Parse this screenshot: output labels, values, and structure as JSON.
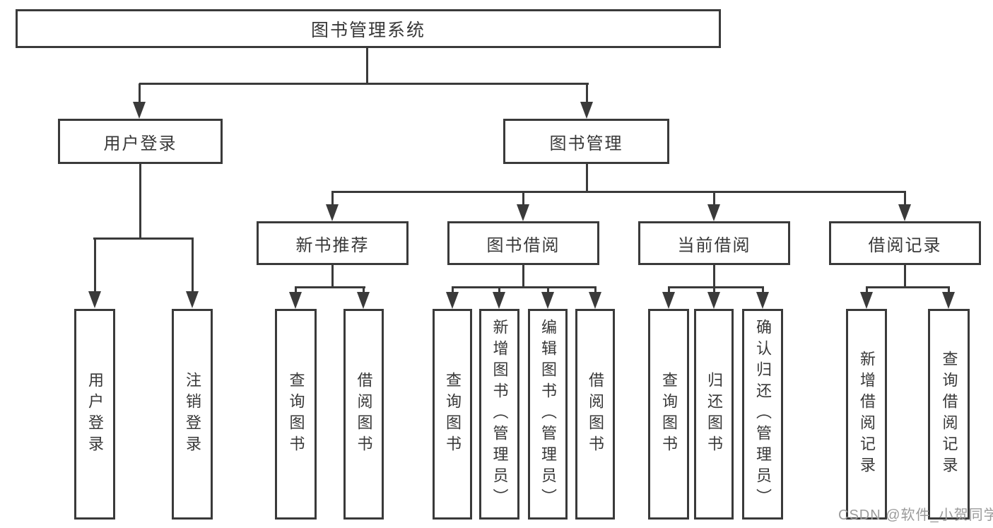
{
  "tree": {
    "root": "图书管理系统",
    "level2": {
      "user_login": "用户登录",
      "book_management": "图书管理"
    },
    "level3": {
      "new_book_recommend": "新书推荐",
      "book_borrow": "图书借阅",
      "current_borrow": "当前借阅",
      "borrow_records": "借阅记录"
    },
    "leaves": {
      "user_login": [
        "用户登录",
        "注销登录"
      ],
      "new_book_recommend": [
        "查询图书",
        "借阅图书"
      ],
      "book_borrow": [
        "查询图书",
        "新增图书（管理员）",
        "编辑图书（管理员）",
        "借阅图书"
      ],
      "current_borrow": [
        "查询图书",
        "归还图书",
        "确认归还（管理员）"
      ],
      "borrow_records": [
        "新增借阅记录",
        "查询借阅记录"
      ]
    }
  },
  "watermark": "CSDN @软件_小贺同学",
  "colors": {
    "line": "#3a3a3a",
    "text": "#383838",
    "watermark": "#9b9b9b",
    "background": "#ffffff"
  }
}
